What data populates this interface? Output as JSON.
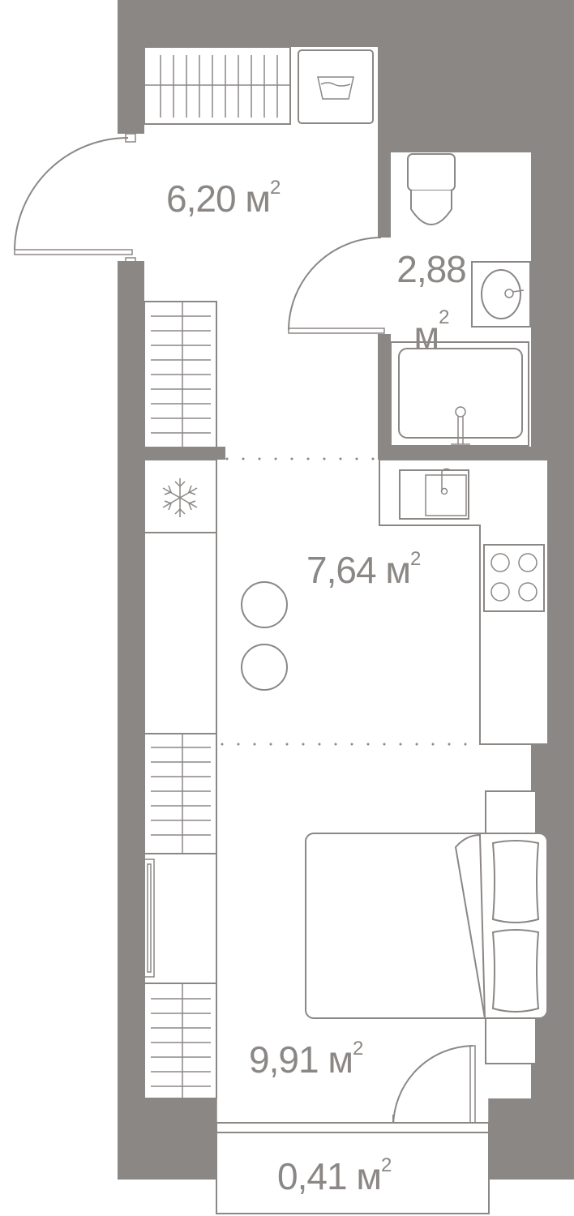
{
  "colors": {
    "wall": "#8b8785",
    "background": "#ffffff"
  },
  "rooms": {
    "hallway": {
      "value": "6,20",
      "unit": "м",
      "exp": "2"
    },
    "bathroom": {
      "value": "2,88",
      "unit": "м",
      "exp": "2"
    },
    "kitchen": {
      "value": "7,64",
      "unit": "м",
      "exp": "2"
    },
    "bedroom": {
      "value": "9,91",
      "unit": "м",
      "exp": "2"
    },
    "balcony": {
      "value": "0,41",
      "unit": "м",
      "exp": "2"
    }
  },
  "icons": [
    "snowflake-icon",
    "toilet-icon",
    "sink-icon",
    "bathtub-icon",
    "stove-icon",
    "laundry-icon",
    "bed-icon"
  ]
}
